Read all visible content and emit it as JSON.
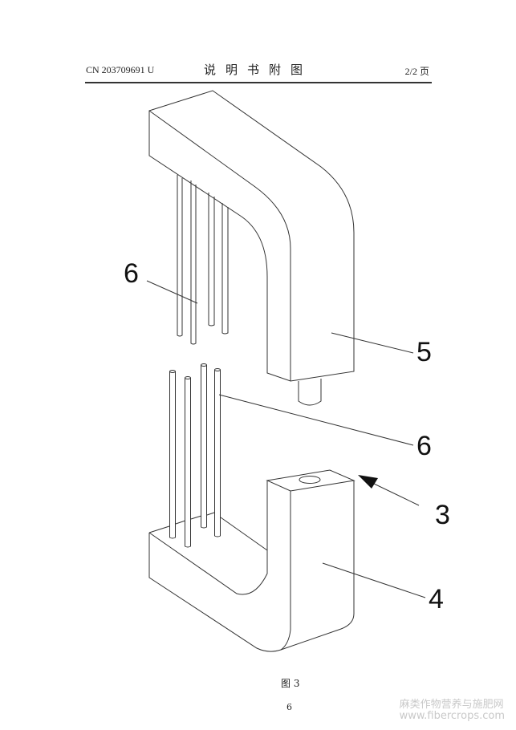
{
  "header": {
    "publication_number": "CN 203709691 U",
    "title": "说明书附图",
    "page_indicator": "2/2 页"
  },
  "figure": {
    "caption": "图 3",
    "labels": {
      "rods_upper": "6",
      "upper_body": "5",
      "rods_lower": "6",
      "assembly": "3",
      "lower_body": "4"
    }
  },
  "footer": {
    "page_number": "6"
  },
  "watermark": {
    "line1": "麻类作物营养与施肥网",
    "line2": "www.fibercrops.com"
  }
}
